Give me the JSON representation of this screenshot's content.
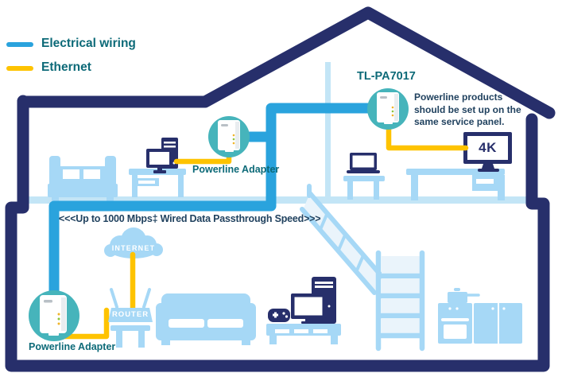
{
  "colors": {
    "electrical_wiring": "#2aa3dd",
    "ethernet": "#fec300",
    "house_outline_navy": "#272f6b",
    "furniture_light_blue": "#a6d8f6",
    "floor_pale_blue": "#c3e5f6",
    "adapter_circle_teal": "#46b4bb",
    "teal_text": "#0d6a78",
    "navy_text": "#21425f"
  },
  "legend": {
    "items": [
      {
        "label": "Electrical wiring",
        "swatch_color": "#2aa3dd"
      },
      {
        "label": "Ethernet",
        "swatch_color": "#fec300"
      }
    ]
  },
  "annotations": {
    "model": "TL-PA7017",
    "service_panel_note": "Powerline products should be set up on the same service panel.",
    "passthrough_speed": "<<<Up to 1000 Mbps‡ Wired Data Passthrough Speed>>>"
  },
  "device_labels": {
    "adapter_upstairs": "Powerline Adapter",
    "adapter_downstairs": "Powerline Adapter",
    "internet_cloud": "INTERNET",
    "router": "ROUTER",
    "tv_badge": "4K"
  },
  "icons": [
    "house-outline",
    "bed",
    "desktop-computer",
    "desk",
    "powerline-adapter",
    "laptop",
    "side-table",
    "long-table",
    "tv-4k",
    "stairs-railing",
    "ladder",
    "couch",
    "game-controller",
    "gaming-pc",
    "tv-stand",
    "internet-cloud",
    "wifi-router",
    "router-table",
    "kitchen-stove",
    "kitchen-cabinets",
    "cooking-pot"
  ]
}
